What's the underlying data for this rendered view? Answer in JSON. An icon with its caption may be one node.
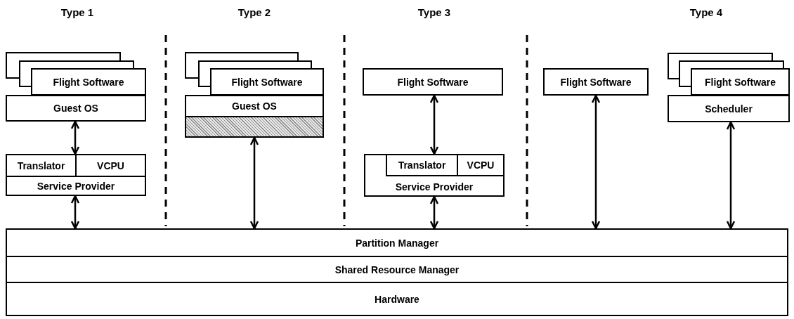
{
  "diagram": {
    "nodes": [
      {
        "text": [
          "Flight Software"
        ]
      },
      {
        "text": [
          "Flight Software"
        ]
      },
      {
        "text": [
          "Flight Software"
        ]
      },
      {
        "text": [
          "Flight Software"
        ]
      },
      {
        "text": [
          "Flight Software"
        ]
      },
      {
        "text": [
          "Guest OS"
        ]
      },
      {
        "text": [
          "Guest OS"
        ]
      },
      {
        "text": [],
        "shape": "box"
      },
      {
        "text": [
          "Scheduler"
        ]
      },
      {
        "text": [
          "Translator"
        ]
      },
      {
        "text": [
          "VCPU"
        ]
      },
      {
        "text": [
          "Service Provider"
        ]
      },
      {
        "text": [
          "Service Provider"
        ]
      },
      {
        "text": [
          "Translator"
        ],
        "in": 12
      },
      {
        "text": [
          "VCPU"
        ],
        "in": 12
      },
      {
        "text": [
          "Partition Manager"
        ]
      },
      {
        "text": [
          "Shared Resource Manager"
        ]
      },
      {
        "text": [
          "Hardware"
        ]
      }
    ],
    "edges": [
      {
        "from": 5,
        "to": 9,
        "arrow": "both"
      },
      {
        "from": 11,
        "to": 15,
        "arrow": "both"
      },
      {
        "from": 7,
        "to": 15,
        "arrow": "both"
      },
      {
        "from": 2,
        "to": 12,
        "arrow": "both"
      },
      {
        "from": 12,
        "to": 15,
        "arrow": "both"
      },
      {
        "from": 3,
        "to": 15,
        "arrow": "both"
      },
      {
        "from": 8,
        "to": 15,
        "arrow": "both"
      }
    ],
    "labels": [
      "Type 1",
      "Type 2",
      "Type 3",
      "Type 4"
    ]
  }
}
